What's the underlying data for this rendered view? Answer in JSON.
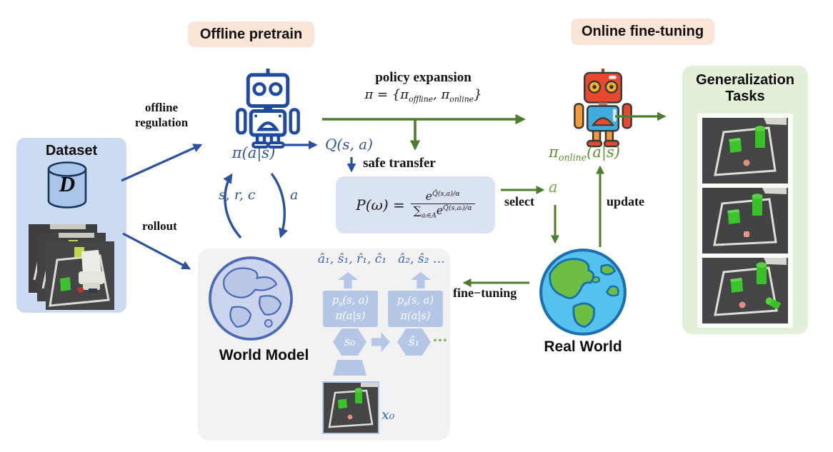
{
  "badges": {
    "offline": "Offline pretrain",
    "online": "Online fine-tuning"
  },
  "dataset": {
    "title": "Dataset",
    "symbol": "D"
  },
  "labels": {
    "offline_reg_1": "offline",
    "offline_reg_2": "regulation",
    "rollout": "rollout",
    "policy_expansion": "policy expansion",
    "safe_transfer": "safe transfer",
    "select": "select",
    "update": "update",
    "fine_tuning": "fine−tuning"
  },
  "math": {
    "pi_as": "π(a|s)",
    "q": "Q(s, a)",
    "src": "s, r, c",
    "act": "a",
    "sel_a": "a",
    "policy": {
      "pre": "π = {π",
      "sub1": "offline",
      "mid": ", π",
      "sub2": "online",
      "post": "}"
    },
    "pw": {
      "lhs": "P(ω) =",
      "num_base": "e",
      "num_exp": "Q̃(s,a)/α",
      "den_sum": "∑",
      "den_sub": "aᵢ∈A",
      "den_base": "e",
      "den_exp": "Q̃(s,aᵢ)/α"
    },
    "pi_online": {
      "pre": "π",
      "sub": "online",
      "post": "(a|s)"
    }
  },
  "world_model": {
    "title": "World Model",
    "seq1": "â₁, ŝ₁, r̂₁, ĉ₁",
    "seq2": "â₂, ŝ₂ …",
    "pbox": {
      "base": "p",
      "sub": "θ",
      "rest": "(s, a)",
      "line2": "π(a|s)"
    },
    "s0": "s₀",
    "s1": "ŝ₁",
    "dots": "…",
    "x0": "x₀"
  },
  "real_world": {
    "title": "Real World"
  },
  "generalization": {
    "title1": "Generalization",
    "title2": "Tasks"
  },
  "colors": {
    "blue_arrow": "#2A52A2",
    "blue_text": "#2F5597",
    "green_arrow": "#4E7E2D",
    "green_text": "#5E9234",
    "green_bright": "#70AD47",
    "shape_blue": "#B4C7E7",
    "badge_bg": "#FBE5D6",
    "dataset_bg": "#CBDBF2",
    "formula_bg": "#DAE3F3",
    "world_model_bg": "#F2F2F2",
    "generalization_bg": "#E2F0D9"
  }
}
